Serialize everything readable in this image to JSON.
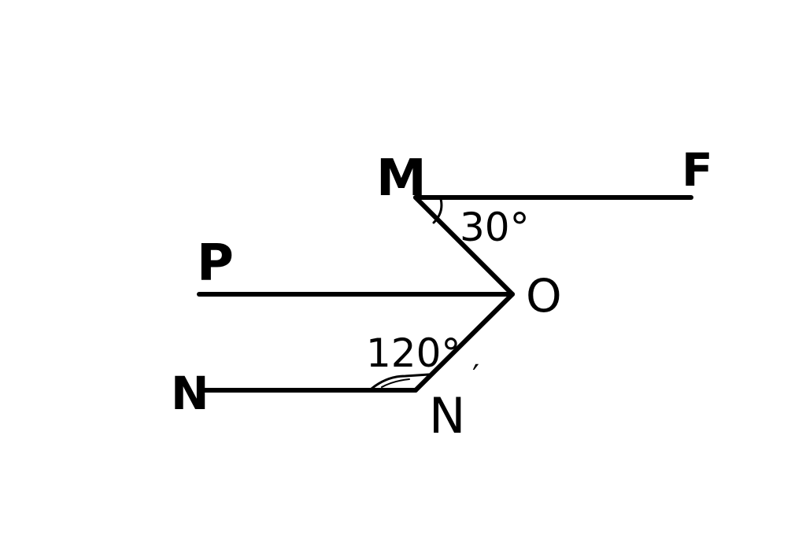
{
  "diagram": {
    "points": {
      "M": "M",
      "F": "F",
      "P": "P",
      "O": "O",
      "N": "N",
      "N_prime": "N"
    },
    "prime_mark": "′",
    "angles": {
      "top": "30°",
      "bottom": "120°"
    },
    "line_color": "#000000",
    "background": "#ffffff"
  }
}
